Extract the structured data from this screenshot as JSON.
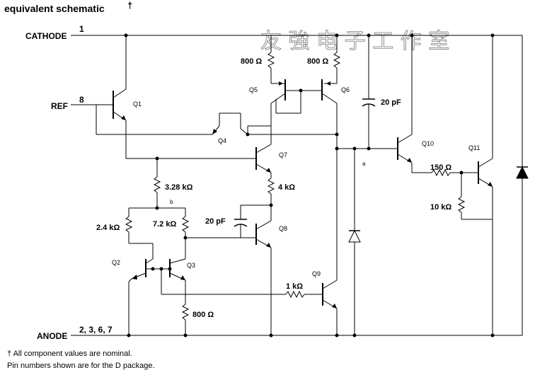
{
  "title": "equivalent schematic",
  "title_mark": "†",
  "watermark": "友 強 电 子 工 作 室",
  "pins": {
    "cathode": {
      "label": "CATHODE",
      "number": "1"
    },
    "ref": {
      "label": "REF",
      "number": "8"
    },
    "anode": {
      "label": "ANODE",
      "number": "2, 3, 6, 7"
    }
  },
  "transistors": [
    "Q1",
    "Q2",
    "Q3",
    "Q4",
    "Q5",
    "Q6",
    "Q7",
    "Q8",
    "Q9",
    "Q10",
    "Q11"
  ],
  "components": {
    "r_q5": "800 Ω",
    "r_q6": "800 Ω",
    "c_top": "20 pF",
    "r_b": "3.28 kΩ",
    "r_q7": "4 kΩ",
    "r_2k4": "2.4 kΩ",
    "r_7k2": "7.2 kΩ",
    "c_q8": "20 pF",
    "r_800_bottom": "800 Ω",
    "r_1k": "1 kΩ",
    "r_150": "150 Ω",
    "r_10k": "10 kΩ"
  },
  "nodes": {
    "a": "a",
    "b": "b"
  },
  "footnotes": [
    "† All component values are nominal.",
    "Pin numbers shown are for the D package."
  ]
}
